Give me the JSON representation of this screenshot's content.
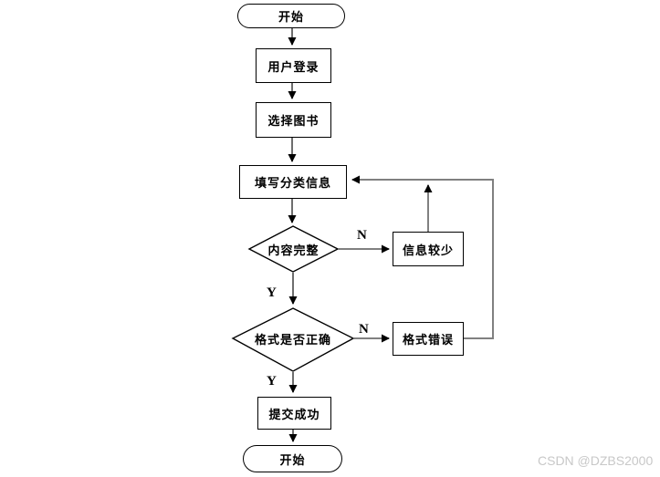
{
  "diagram": {
    "title": "book-classification-submit-flowchart",
    "nodes": {
      "start_top": {
        "label": "开始",
        "shape": "terminator"
      },
      "user_login": {
        "label": "用户登录",
        "shape": "process"
      },
      "select_book": {
        "label": "选择图书",
        "shape": "process"
      },
      "fill_info": {
        "label": "填写分类信息",
        "shape": "process"
      },
      "check_complete": {
        "label": "内容完整",
        "shape": "decision"
      },
      "info_insufficient": {
        "label": "信息较少",
        "shape": "process"
      },
      "check_format": {
        "label": "格式是否正确",
        "shape": "decision"
      },
      "format_error": {
        "label": "格式错误",
        "shape": "process"
      },
      "submit_success": {
        "label": "提交成功",
        "shape": "process"
      },
      "end_bottom": {
        "label": "开始",
        "shape": "terminator"
      }
    },
    "edge_labels": {
      "complete_no": "N",
      "complete_yes": "Y",
      "format_no": "N",
      "format_yes": "Y"
    },
    "colors": {
      "background": "#ffffff",
      "node_border": "#000000",
      "connector_line": "#6e6e6e",
      "loop_line": "#808080",
      "arrowhead": "#000000",
      "text": "#000000",
      "watermark": "#c8c8c8"
    }
  },
  "watermark": {
    "text": "CSDN @DZBS2000"
  }
}
